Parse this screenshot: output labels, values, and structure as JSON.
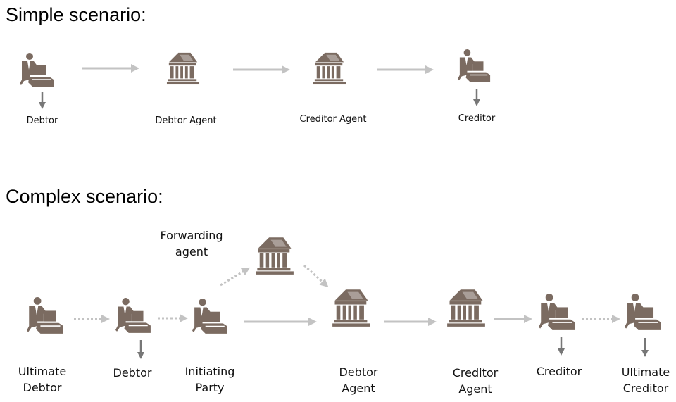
{
  "simple": {
    "title": "Simple scenario:",
    "labels": {
      "debtor": "Debtor",
      "debtor_agent": "Debtor Agent",
      "creditor_agent": "Creditor Agent",
      "creditor": "Creditor"
    }
  },
  "complex": {
    "title": "Complex scenario:",
    "labels": {
      "ultimate_debtor": [
        "Ultimate",
        "Debtor"
      ],
      "debtor": "Debtor",
      "initiating_party": [
        "Initiating",
        "Party"
      ],
      "forwarding_agent": [
        "Forwarding",
        "agent"
      ],
      "debtor_agent": [
        "Debtor",
        "Agent"
      ],
      "creditor_agent": [
        "Creditor",
        "Agent"
      ],
      "creditor": "Creditor",
      "ultimate_creditor": [
        "Ultimate",
        "Creditor"
      ]
    }
  },
  "colors": {
    "icon": "#7b6b61",
    "arrow": "#c3c3c3",
    "down_arrow": "#777777"
  }
}
